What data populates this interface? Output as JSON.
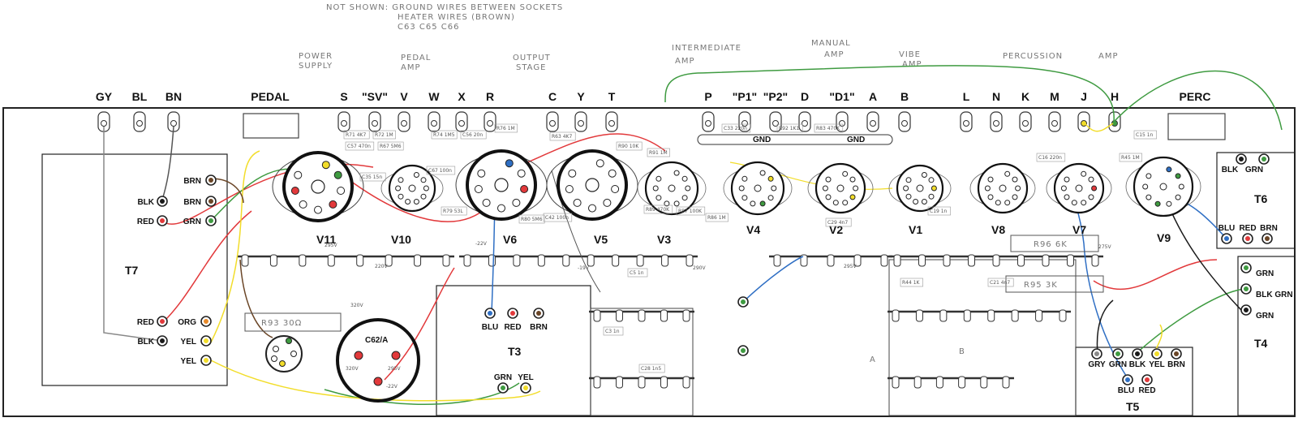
{
  "notes": {
    "line1": "NOT SHOWN: GROUND WIRES BETWEEN SOCKETS",
    "line2": "HEATER WIRES (BROWN)",
    "line3": "C63 C65 C66"
  },
  "sections": [
    {
      "id": "power-supply",
      "lines": [
        "POWER",
        "SUPPLY"
      ]
    },
    {
      "id": "pedal-amp",
      "lines": [
        "PEDAL",
        "AMP"
      ]
    },
    {
      "id": "output-stage",
      "lines": [
        "OUTPUT",
        "STAGE"
      ]
    },
    {
      "id": "intermediate-amp",
      "lines": [
        "INTERMEDIATE",
        "AMP"
      ]
    },
    {
      "id": "manual-amp",
      "lines": [
        "MANUAL",
        "AMP"
      ]
    },
    {
      "id": "vibe-amp",
      "lines": [
        "VIBE",
        "AMP"
      ]
    },
    {
      "id": "percussion-amp",
      "lines": [
        "PERCUSSION",
        "AMP"
      ]
    }
  ],
  "terminals": [
    "GY",
    "BL",
    "BN",
    "PEDAL",
    "S",
    "\"SV\"",
    "V",
    "W",
    "X",
    "R",
    "C",
    "Y",
    "T",
    "P",
    "\"P1\"",
    "\"P2\"",
    "D",
    "\"D1\"",
    "A",
    "B",
    "L",
    "N",
    "K",
    "M",
    "J",
    "H",
    "PERC"
  ],
  "tubes": [
    "V11",
    "V10",
    "V6",
    "V5",
    "V3",
    "V4",
    "V2",
    "V1",
    "V8",
    "V7",
    "V9"
  ],
  "transformers": [
    "T7",
    "T3",
    "T4",
    "T5",
    "T6"
  ],
  "t7_wires": [
    "BRN",
    "BLK",
    "BRN",
    "RED",
    "GRN",
    "RED",
    "ORG",
    "BLK",
    "YEL",
    "YEL"
  ],
  "t3_wires": [
    "BLU",
    "RED",
    "BRN",
    "GRN",
    "YEL"
  ],
  "t6_wires": [
    "BLK",
    "GRN",
    "BLU",
    "RED",
    "BRN"
  ],
  "t4_wires": [
    "GRN",
    "BLK GRN",
    "GRN"
  ],
  "t5_wires": [
    "GRY",
    "GRN",
    "BLK",
    "YEL",
    "BRN",
    "BLU",
    "RED"
  ],
  "cap_c62": {
    "name": "C62/A",
    "v1": "320V",
    "v2": "295V",
    "v3": "-22V"
  },
  "resistors": {
    "r93": "R93 30Ω",
    "r96": "R96 6K",
    "r95": "R95 3K"
  },
  "gnd": [
    "GND",
    "GND"
  ],
  "voltages": [
    "295V",
    "320V",
    "220V",
    "-22V",
    "-19V",
    "295V",
    "275V",
    "290V"
  ],
  "markers": {
    "a": "A",
    "b": "B"
  },
  "components": [
    "R71 4K7",
    "R72 1M",
    "C57 470n",
    "R67 5M6",
    "C35 15n",
    "C67 100n",
    "R79 53L",
    "R74 1M5",
    "C56 20n",
    "R76 1M",
    "R80 5M6",
    "C42 100n",
    "R63 4K7",
    "R90 10K",
    "R91 1M",
    "R89 470K",
    "R87 100K",
    "R86 1M",
    "C33 220n",
    "R92 1K1",
    "R83 470K",
    "C29 4n7",
    "C19 1n",
    "C16 220n",
    "C15 1n",
    "R45 1M",
    "C5 1n",
    "C3 1n",
    "C28 1n5",
    "R44 1K",
    "C21 4n7"
  ],
  "colors": {
    "red": "#e2393b",
    "green": "#3f9b41",
    "yellow": "#f2dd2a",
    "blue": "#2f6fc4",
    "brown": "#6a4526",
    "grey": "#8a8a8a",
    "black": "#1a1a1a"
  }
}
